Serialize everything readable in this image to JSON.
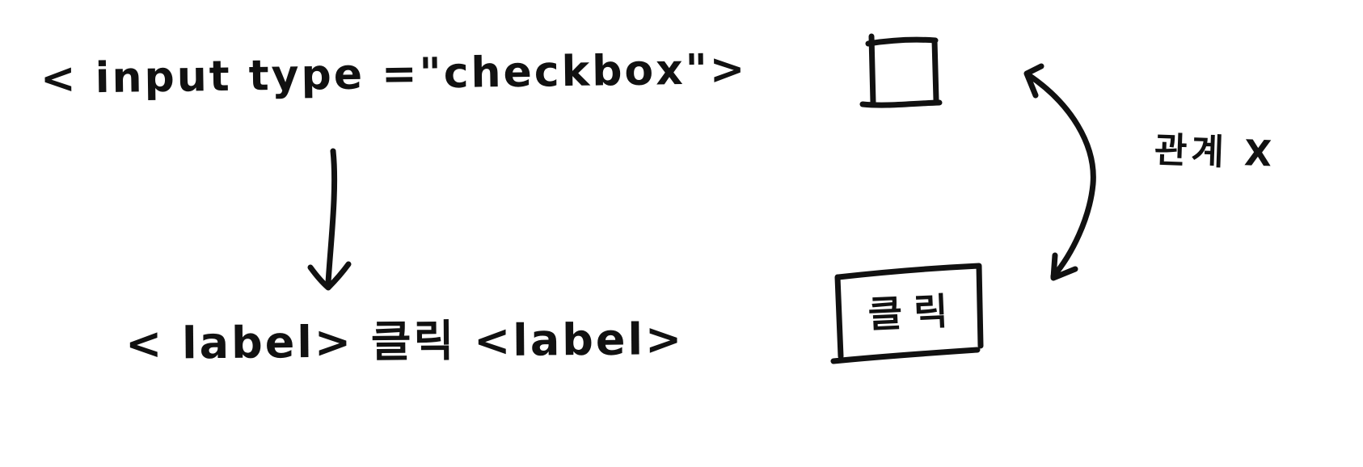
{
  "sketch": {
    "input_line": "< input type =\"checkbox\">",
    "label_line": "< label> 클릭 <label>",
    "relationship_note": "관계 X",
    "click_box_label": "클릭",
    "ink_color": "#111111",
    "background_color": "#ffffff"
  }
}
